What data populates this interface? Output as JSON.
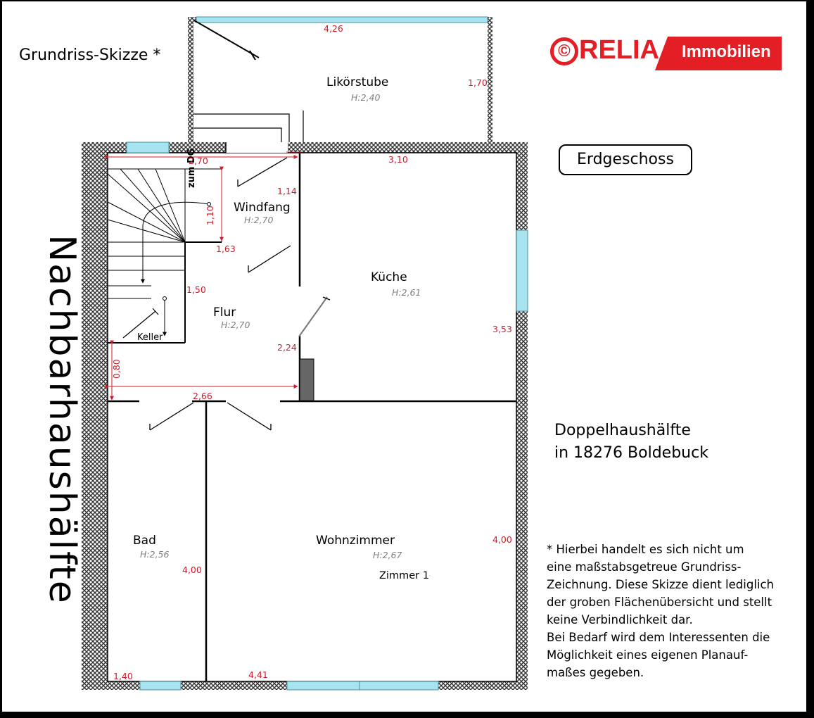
{
  "title": "Grundriss-Skizze *",
  "floor": "Erdgeschoss",
  "neighbor_label": "Nachbarhaushälfte",
  "logo": {
    "copyright": "©",
    "brand": "RELIA",
    "sub": "Immobilien"
  },
  "headline": {
    "line1": "Doppelhaushälfte",
    "line2": "in 18276 Boldebuck"
  },
  "disclaimer": [
    "* Hierbei handelt es sich nicht um",
    "eine maßstabsgetreue Grundriss-",
    "Zeichnung. Diese Skizze dient lediglich",
    "der groben Flächenübersicht und stellt",
    "keine Verbindlichkeit dar.",
    "Bei Bedarf wird dem Interessenten die",
    "Möglichkeit eines eigenen Planauf-",
    "maßes gegeben."
  ],
  "rooms": {
    "likoerstube": {
      "name": "Likörstube",
      "height": "H:2,40"
    },
    "windfang": {
      "name": "Windfang",
      "height": "H:2,70"
    },
    "kueche": {
      "name": "Küche",
      "height": "H:2,61"
    },
    "flur": {
      "name": "Flur",
      "height": "H:2,70"
    },
    "keller": {
      "name": "Keller"
    },
    "bad": {
      "name": "Bad",
      "height": "H:2,56"
    },
    "wohnzimmer": {
      "name": "Wohnzimmer",
      "height": "H:2,67"
    },
    "zimmer": {
      "name": "Zimmer 1"
    }
  },
  "stair_label": "zum DG",
  "dimensions": {
    "likoer_width": "4,26",
    "likoer_depth": "1,70",
    "windfang_top": "2,70",
    "kueche_top": "3,10",
    "windfang_side": "1,14",
    "stair_depth": "1,10",
    "stair_width": "1,63",
    "flur_side": "1,50",
    "kueche_side": "3,53",
    "flur_lower": "2,24",
    "flur_gap": "0,80",
    "flur_width": "2,66",
    "wohn_side": "4,00",
    "bad_side": "4,00",
    "bad_width": "1,40",
    "wohn_width": "4,41"
  },
  "colors": {
    "dimension": "#d01a2a",
    "window": "#a8e4f0",
    "brand": "#e31e24",
    "height_text": "#7f7f7f"
  }
}
